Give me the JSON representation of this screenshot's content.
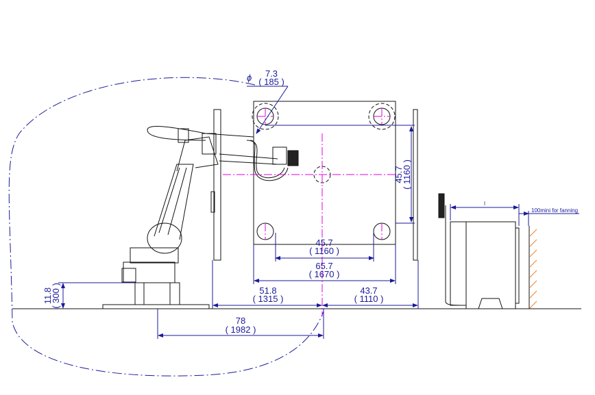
{
  "colors": {
    "dimension": "#1a1a9a",
    "centerline": "#e000e0",
    "wall_hatch": "#f08020",
    "outline": "#111111"
  },
  "dimensions": {
    "phi_symbol": "ϕ",
    "hole_diameter": {
      "inch": "7.3",
      "mm": "( 185 )"
    },
    "fixture_height": {
      "inch": "45.7",
      "mm": "( 1160 )"
    },
    "hole_spacing": {
      "inch": "45.7",
      "mm": "( 1160 )"
    },
    "fixture_width": {
      "inch": "65.7",
      "mm": "( 1670 )"
    },
    "left_offset": {
      "inch": "51.8",
      "mm": "( 1315 )"
    },
    "right_offset": {
      "inch": "43.7",
      "mm": "( 1110 )"
    },
    "reach": {
      "inch": "78",
      "mm": "( 1982 )"
    },
    "base_height": {
      "inch": "11.8",
      "mm": "( 300 )"
    },
    "controller_length": "l",
    "clearance_note": "100mini for fanning"
  }
}
